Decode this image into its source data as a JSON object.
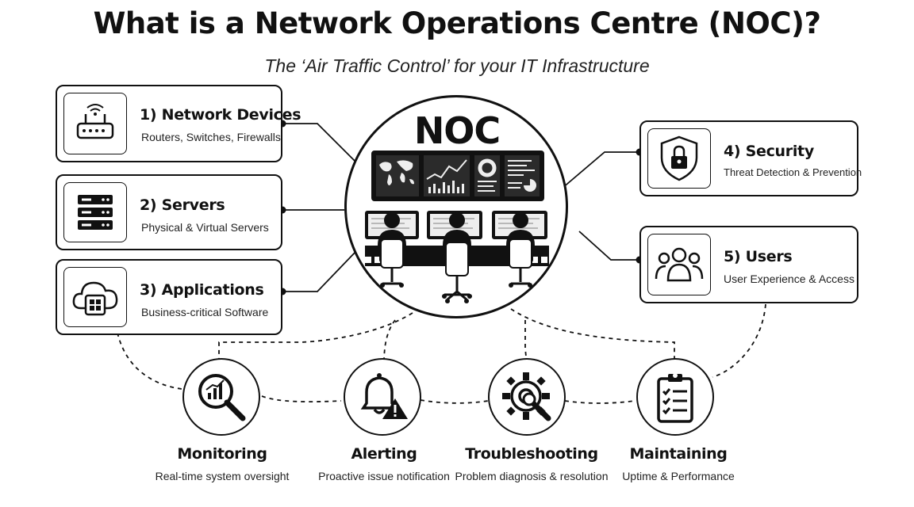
{
  "header": {
    "title": "What is a Network Operations Centre (NOC)?",
    "subtitle": "The ‘Air Traffic Control’ for your IT Infrastructure"
  },
  "center": {
    "label": "NOC"
  },
  "components": [
    {
      "title": "1) Network Devices",
      "subtitle": "Routers, Switches, Firewalls",
      "icon": "router-icon"
    },
    {
      "title": "2) Servers",
      "subtitle": "Physical & Virtual Servers",
      "icon": "server-rack-icon"
    },
    {
      "title": "3) Applications",
      "subtitle": "Business-critical Software",
      "icon": "cloud-app-icon"
    },
    {
      "title": "4) Security",
      "subtitle": "Threat Detection & Prevention",
      "icon": "shield-lock-icon"
    },
    {
      "title": "5) Users",
      "subtitle": "User Experience & Access",
      "icon": "users-group-icon"
    }
  ],
  "functions": [
    {
      "title": "Monitoring",
      "subtitle": "Real-time system oversight",
      "icon": "magnifier-chart-icon"
    },
    {
      "title": "Alerting",
      "subtitle": "Proactive issue notification",
      "icon": "bell-warning-icon"
    },
    {
      "title": "Troubleshooting",
      "subtitle": "Problem diagnosis & resolution",
      "icon": "gear-wrench-icon"
    },
    {
      "title": "Maintaining",
      "subtitle": "Uptime & Performance",
      "icon": "clipboard-checklist-icon"
    }
  ],
  "colors": {
    "ink": "#111111",
    "background": "#ffffff"
  }
}
